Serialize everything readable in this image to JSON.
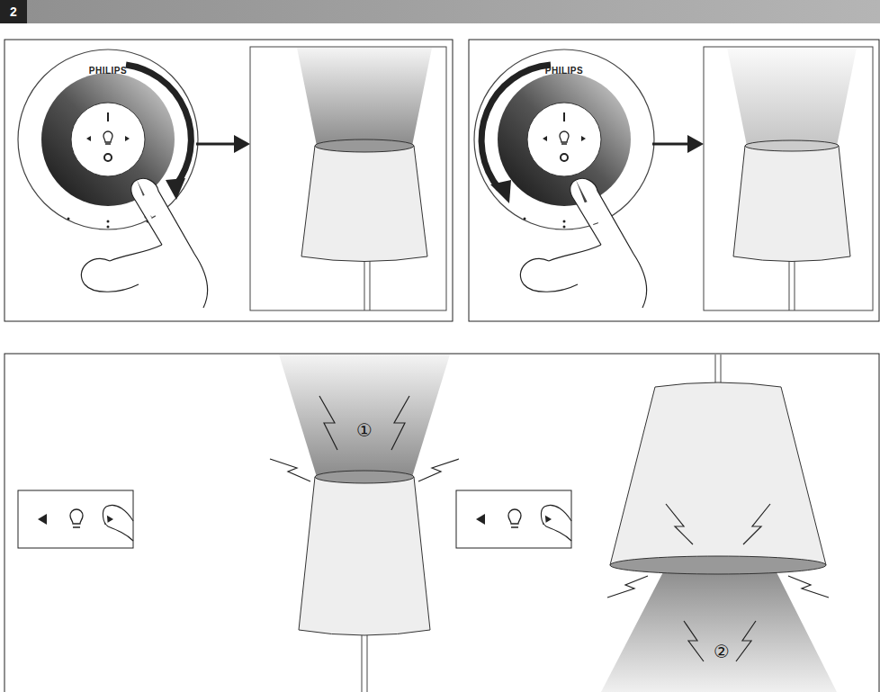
{
  "diagram": {
    "title": "2",
    "labels": [
      "PHILIPS",
      "PHILIPS",
      "①",
      "②"
    ]
  }
}
